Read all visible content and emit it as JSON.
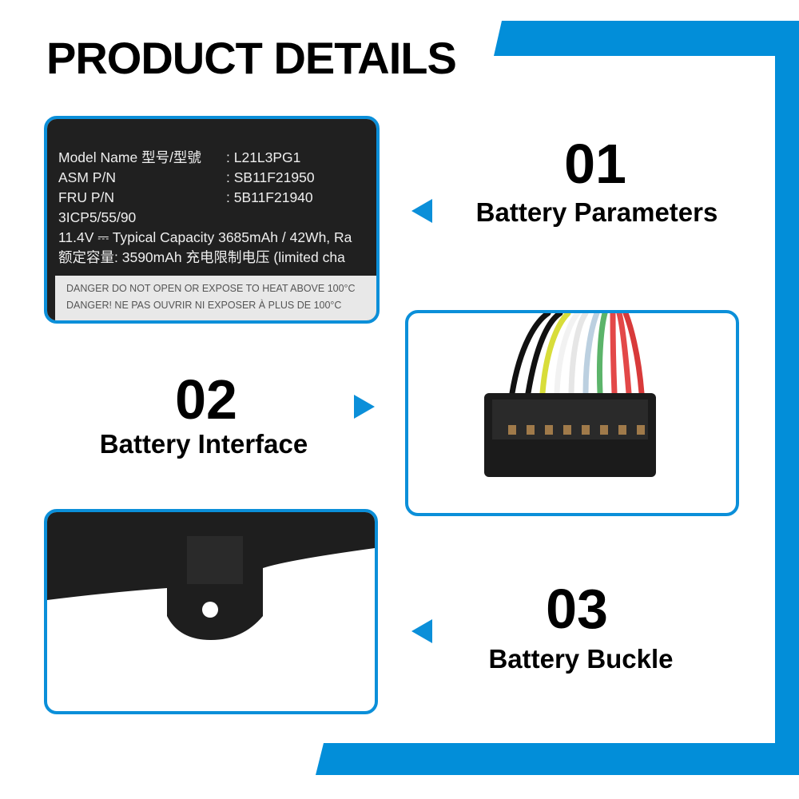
{
  "title": "PRODUCT DETAILS",
  "accent_color": "#0b8fd9",
  "features": [
    {
      "number": "01",
      "caption": "Battery Parameters"
    },
    {
      "number": "02",
      "caption": "Battery Interface"
    },
    {
      "number": "03",
      "caption": "Battery Buckle"
    }
  ],
  "label": {
    "rows": [
      {
        "key": "Model Name 型号/型號",
        "value": ": L21L3PG1"
      },
      {
        "key": "ASM P/N",
        "value": ":  SB11F21950"
      },
      {
        "key": "FRU P/N",
        "value": ":  5B11F21940"
      }
    ],
    "cells": "3ICP5/55/90",
    "capacity": "11.4V ⎓ Typical Capacity 3685mAh / 42Wh, Ra",
    "rated": "额定容量: 3590mAh  充电限制电压 (limited cha",
    "warnings": [
      "DANGER  DO NOT OPEN OR EXPOSE TO HEAT ABOVE 100°C",
      "DANGER!  NE PAS OUVRIR NI EXPOSER À PLUS DE 100°C"
    ]
  }
}
